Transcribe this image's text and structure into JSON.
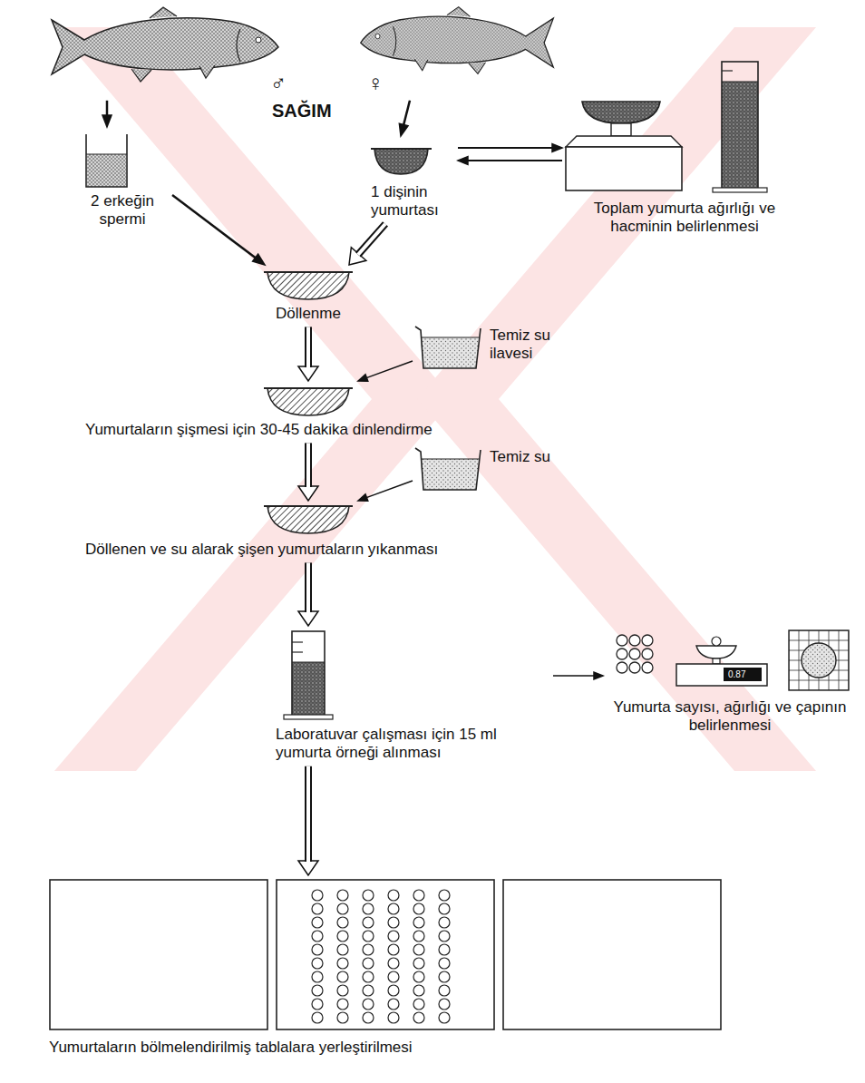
{
  "diagram": {
    "nodes": [
      {
        "text": [
          "♂"
        ]
      },
      {
        "text": [
          "♀"
        ]
      },
      {
        "text": [
          "2 erkeğin spermi"
        ]
      },
      {
        "text": [
          "1 dişinin yumurtası"
        ]
      },
      {
        "text": [
          "Toplam yumurta ağırlığı ve hacminin belirlenmesi"
        ]
      },
      {
        "text": [
          "Döllenme"
        ]
      },
      {
        "text": [
          "Temiz su ilavesi"
        ]
      },
      {
        "text": [
          "Yumurtaların şişmesi için 30-45 dakika dinlendirme"
        ]
      },
      {
        "text": [
          "Temiz su"
        ]
      },
      {
        "text": [
          "Döllenen ve su alarak şişen yumurtaların yıkanması"
        ]
      },
      {
        "text": [
          "Laboratuvar çalışması için 15 ml yumurta örneği alınması"
        ]
      },
      {
        "text": [
          "Yumurta sayısı, ağırlığı ve çapının belirlenmesi"
        ]
      },
      {
        "text": [
          "Yumurtaların bölmelendirilmiş tablalara yerleştirilmesi"
        ]
      }
    ],
    "edges": [
      {
        "from": 0,
        "to": 2,
        "arrow": "to"
      },
      {
        "from": 1,
        "to": 3,
        "arrow": "to"
      },
      {
        "from": 3,
        "to": 4,
        "arrow": "both"
      },
      {
        "from": 2,
        "to": 5,
        "arrow": "to"
      },
      {
        "from": 3,
        "to": 5,
        "arrow": "to"
      },
      {
        "from": 5,
        "to": 7,
        "arrow": "to"
      },
      {
        "from": 6,
        "to": 7,
        "arrow": "to"
      },
      {
        "from": 7,
        "to": 9,
        "arrow": "to"
      },
      {
        "from": 8,
        "to": 9,
        "arrow": "to"
      },
      {
        "from": 9,
        "to": 10,
        "arrow": "to"
      },
      {
        "from": 10,
        "to": 11,
        "arrow": "to"
      },
      {
        "from": 10,
        "to": 12,
        "arrow": "to"
      }
    ],
    "labels": [
      "SAĞIM",
      "0.87"
    ]
  }
}
